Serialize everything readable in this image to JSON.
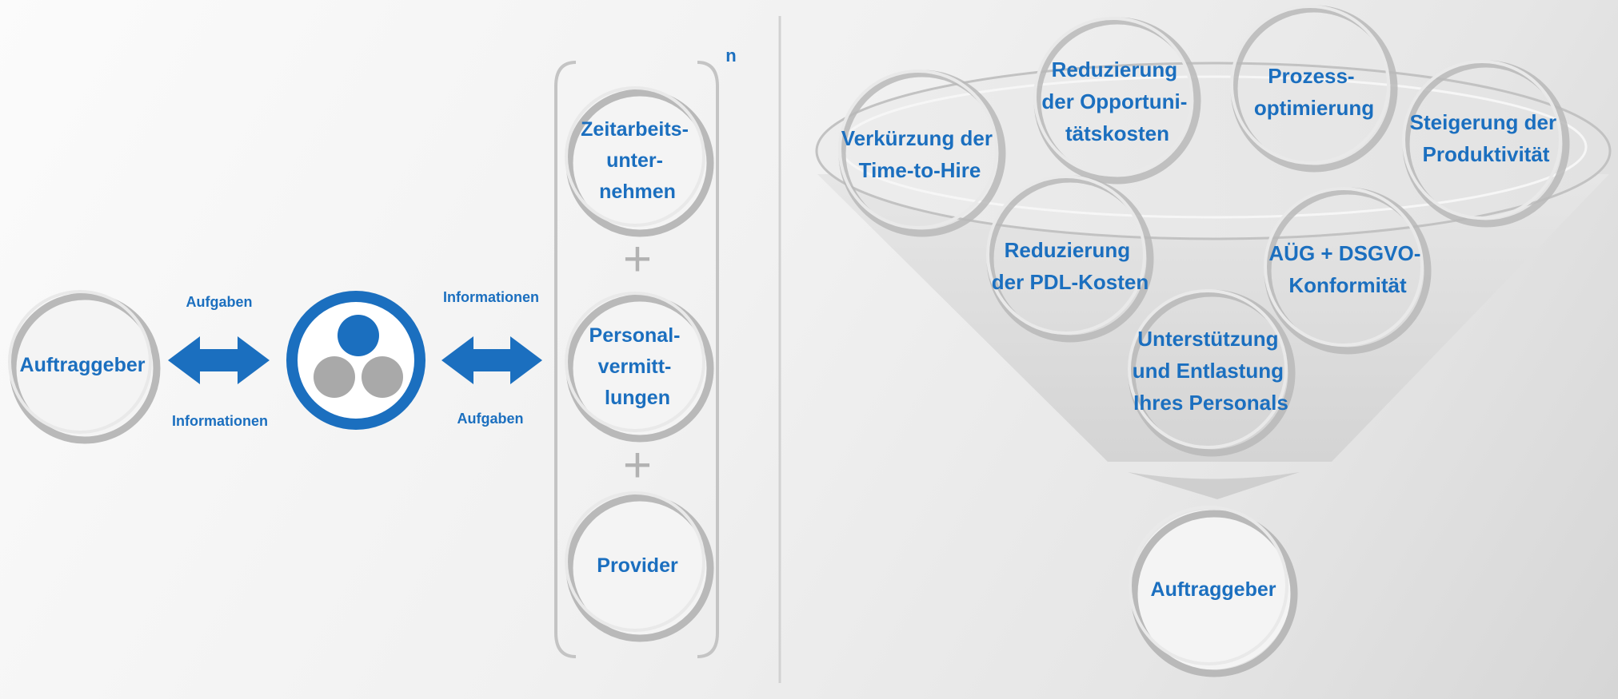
{
  "colors": {
    "accent": "#1b6fbf",
    "circle_ring": "#b9b9b9",
    "grey_dot": "#a9a9a9",
    "plus": "#b2b2b2"
  },
  "icons": {
    "logo": "three-dots-logo-icon",
    "arrow_left": "double-arrow-icon",
    "arrow_right": "double-arrow-icon"
  },
  "left": {
    "client": "Auftraggeber",
    "arrow_left": {
      "top": "Aufgaben",
      "bottom": "Informationen"
    },
    "arrow_right": {
      "top": "Informationen",
      "bottom": "Aufgaben"
    },
    "bracket_label": "n",
    "providers": [
      {
        "lines": [
          "Zeitarbeits-",
          "unter-",
          "nehmen"
        ]
      },
      {
        "lines": [
          "Personal-",
          "vermitt-",
          "lungen"
        ]
      },
      {
        "lines": [
          "Provider"
        ]
      }
    ],
    "plus": [
      "+",
      "+"
    ]
  },
  "funnel": {
    "benefits": [
      {
        "lines": [
          "Verkürzung der",
          "Time-to-Hire"
        ]
      },
      {
        "lines": [
          "Reduzierung",
          "der Opportuni-",
          "tätskosten"
        ]
      },
      {
        "lines": [
          "Prozess-",
          "optimierung"
        ]
      },
      {
        "lines": [
          "Steigerung der",
          "Produktivität"
        ]
      },
      {
        "lines": [
          "Reduzierung",
          "der PDL-Kosten"
        ]
      },
      {
        "lines": [
          "AÜG + DSGVO-",
          "Konformität"
        ]
      },
      {
        "lines": [
          "Unterstützung",
          "und Entlastung",
          "Ihres Personals"
        ]
      }
    ],
    "result": "Auftraggeber"
  }
}
